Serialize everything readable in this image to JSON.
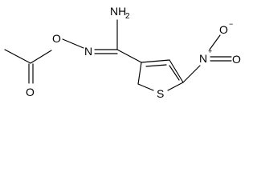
{
  "molecule": {
    "atoms": {
      "amine_n": "NH",
      "amine_h_count": "2",
      "imine_n": "N",
      "ester_o": "O",
      "carbonyl_o": "O",
      "ring_s": "S",
      "nitro_n": "N",
      "nitro_n_charge": "+",
      "nitro_o_top": "O",
      "nitro_o_top_charge": "−",
      "nitro_o_bottom": "O"
    }
  }
}
